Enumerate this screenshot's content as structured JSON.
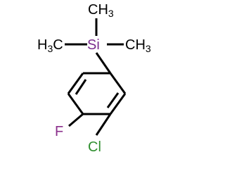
{
  "molecule": {
    "atoms": {
      "si": {
        "text": "Si",
        "color": "#7b2d8e"
      },
      "ch3_top": {
        "text": "CH",
        "sub": "3",
        "color": "#000000"
      },
      "ch3_left": {
        "text": "H",
        "sub": "3",
        "tail": "C",
        "color": "#000000"
      },
      "ch3_right": {
        "text": "CH",
        "sub": "3",
        "color": "#000000"
      },
      "f": {
        "text": "F",
        "color": "#8b2f8c"
      },
      "cl": {
        "text": "Cl",
        "color": "#2f8f2f"
      }
    }
  }
}
